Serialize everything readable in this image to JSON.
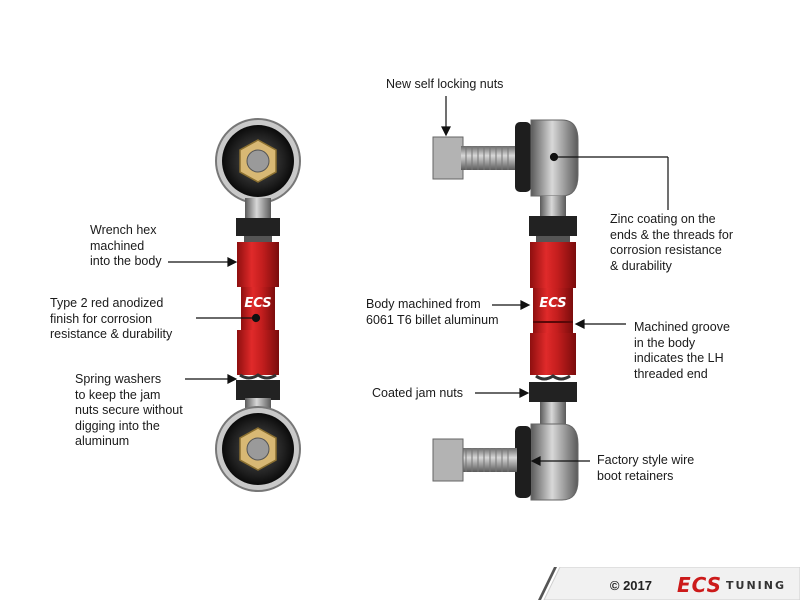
{
  "labels": {
    "wrench_hex": "Wrench hex\nmachined\ninto the body",
    "red_anodized": "Type 2 red anodized\nfinish for corrosion\nresistance & durability",
    "spring_washers": "Spring washers\nto keep the jam\nnuts secure without\ndigging into the\naluminum",
    "self_locking_nuts": "New self locking nuts",
    "zinc_coating": "Zinc coating on the\nends & the threads for\ncorrosion resistance\n& durability",
    "body_machined": "Body machined from\n6061 T6 billet aluminum",
    "machined_groove": "Machined groove\nin the body\nindicates the LH\nthreaded end",
    "coated_jam_nuts": "Coated jam nuts",
    "boot_retainers": "Factory style wire\nboot retainers"
  },
  "footer": {
    "copyright": "© 2017",
    "logo": "ECS",
    "logo_sub": "TUNING"
  },
  "colors": {
    "anodized_red": "#c41e1e",
    "nut_black": "#222222",
    "zinc_gray": "#a8a8a8"
  }
}
